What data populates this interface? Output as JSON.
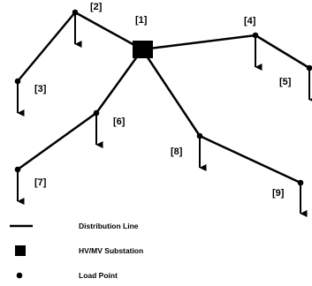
{
  "nodes": [
    {
      "id": "1",
      "label": "[1]",
      "type": "substation"
    },
    {
      "id": "2",
      "label": "[2]",
      "type": "load"
    },
    {
      "id": "3",
      "label": "[3]",
      "type": "load"
    },
    {
      "id": "4",
      "label": "[4]",
      "type": "load"
    },
    {
      "id": "5",
      "label": "[5]",
      "type": "load"
    },
    {
      "id": "6",
      "label": "[6]",
      "type": "load"
    },
    {
      "id": "7",
      "label": "[7]",
      "type": "load"
    },
    {
      "id": "8",
      "label": "[8]",
      "type": "load"
    },
    {
      "id": "9",
      "label": "[9]",
      "type": "load"
    }
  ],
  "edges": [
    [
      "1",
      "2"
    ],
    [
      "2",
      "3"
    ],
    [
      "1",
      "4"
    ],
    [
      "4",
      "5"
    ],
    [
      "1",
      "6"
    ],
    [
      "6",
      "7"
    ],
    [
      "1",
      "8"
    ],
    [
      "8",
      "9"
    ]
  ],
  "legend": {
    "line_label": "Distribution Line",
    "substation_label": "HV/MV Substation",
    "load_label": "Load Point"
  },
  "colors": {
    "ink": "#000000"
  }
}
